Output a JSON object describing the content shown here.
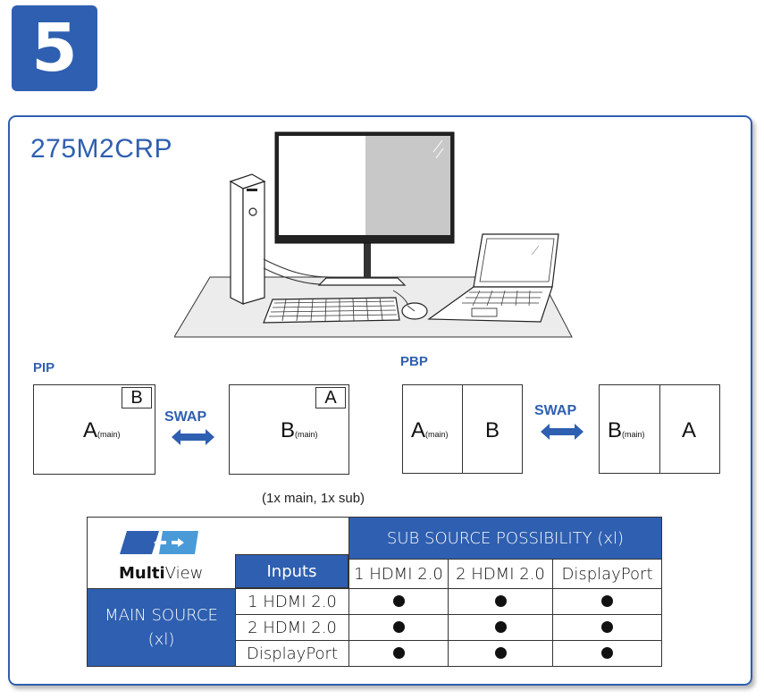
{
  "step": "5",
  "model": "275M2CRP",
  "pip": {
    "label": "PIP",
    "left": {
      "main": "A",
      "main_suffix": "(main)",
      "sub": "B"
    },
    "swap": "SWAP",
    "right": {
      "main": "B",
      "main_suffix": "(main)",
      "sub": "A"
    }
  },
  "pbp": {
    "label": "PBP",
    "left": {
      "main": "A",
      "main_suffix": "(main)",
      "sub": "B"
    },
    "swap": "SWAP",
    "right": {
      "main": "B",
      "main_suffix": "(main)",
      "sub": "A"
    }
  },
  "note": "(1x main, 1x sub)",
  "table": {
    "logo_bold": "Multi",
    "logo_light": "View",
    "sub_header": "SUB SOURCE POSSIBILITY (xl)",
    "inputs_label": "Inputs",
    "columns": [
      "1 HDMI 2.0",
      "2 HDMI 2.0",
      "DisplayPort"
    ],
    "main_source_line1": "MAIN SOURCE",
    "main_source_line2": "(xl)",
    "rows": [
      "1 HDMI 2.0",
      "2 HDMI 2.0",
      "DisplayPort"
    ],
    "cells": [
      [
        true,
        true,
        true
      ],
      [
        true,
        true,
        true
      ],
      [
        true,
        true,
        true
      ]
    ]
  },
  "colors": {
    "accent": "#2f5fb0"
  }
}
